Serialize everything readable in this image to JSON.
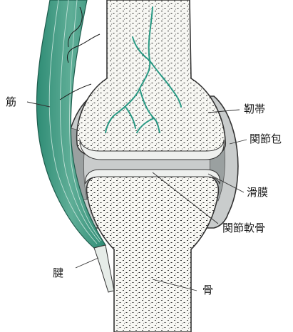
{
  "colors": {
    "bone_fill": "#f7f7f3",
    "bone_outline": "#333333",
    "bone_dots": "#2b2b2b",
    "vessel": "#2a9a85",
    "muscle": "#3f9a84",
    "muscle_light": "#a9d3c6",
    "tendon": "#e6ece8",
    "capsule_gray": "#9aa0a0",
    "synovial_gray": "#c9cccc",
    "cartilage": "#eef0ee",
    "label_text": "#1a1a1a"
  },
  "labels": {
    "muscle": "筋",
    "tendon": "腱",
    "ligament": "靭帯",
    "joint_capsule": "関節包",
    "synovium": "滑膜",
    "articular_cartilage": "関節軟骨",
    "bone": "骨"
  }
}
